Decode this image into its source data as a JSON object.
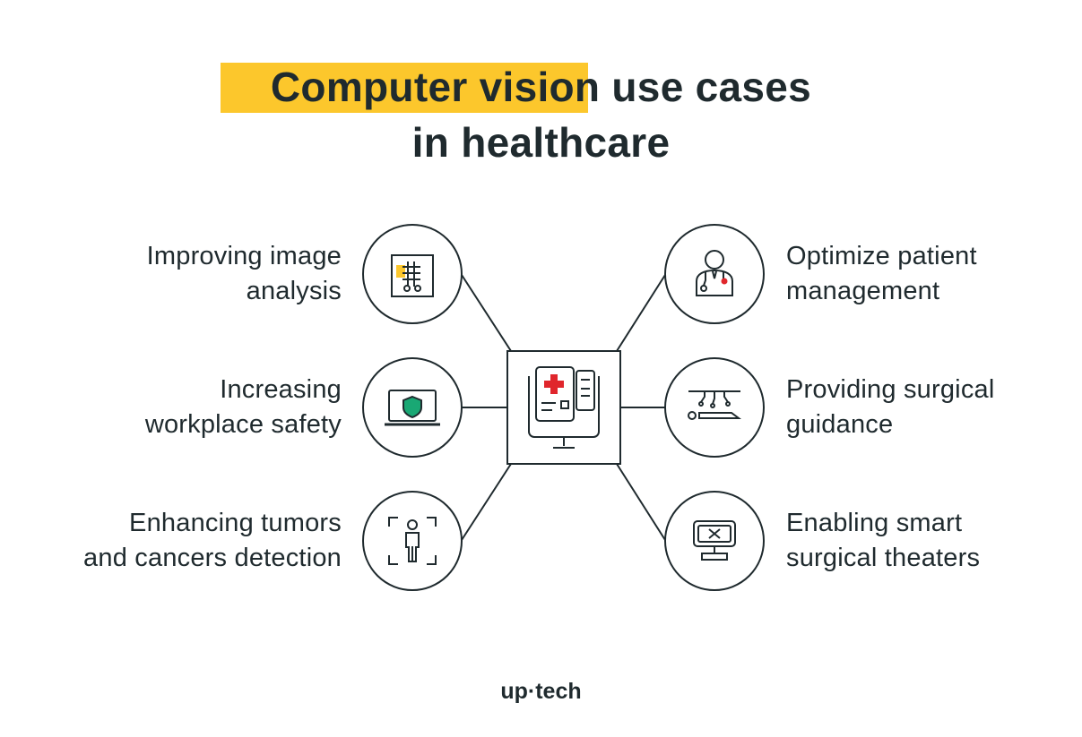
{
  "title": {
    "line1": "Computer vision use cases",
    "line2": "in healthcare"
  },
  "left_items": [
    {
      "line1": "Improving image",
      "line2": "analysis",
      "icon": "xray-image-icon"
    },
    {
      "line1": "Increasing",
      "line2": "workplace safety",
      "icon": "laptop-shield-icon"
    },
    {
      "line1": "Enhancing tumors",
      "line2": "and cancers detection",
      "icon": "body-scan-icon"
    }
  ],
  "right_items": [
    {
      "line1": "Optimize patient",
      "line2": "management",
      "icon": "doctor-icon"
    },
    {
      "line1": "Providing surgical",
      "line2": "guidance",
      "icon": "surgical-robot-icon"
    },
    {
      "line1": "Enabling smart",
      "line2": "surgical theaters",
      "icon": "surgical-monitor-icon"
    }
  ],
  "center_icon": "medical-computer-icon",
  "logo": {
    "text": "up·tech"
  },
  "colors": {
    "accent": "#fcc72c",
    "text": "#1f2a2e",
    "red": "#e0262c",
    "green": "#19a874"
  }
}
